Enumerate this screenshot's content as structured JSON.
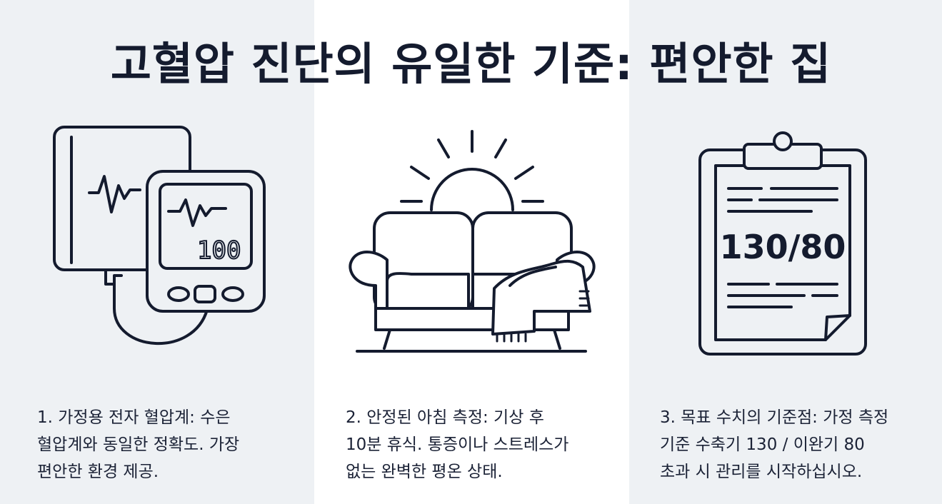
{
  "title": "고혈압 진단의 유일한 기준: 편안한 집",
  "panels": [
    {
      "icon": "blood-pressure-monitor-icon",
      "display_value": "100",
      "caption": "1. 가정용 전자 혈압계: 수은\n혈압계와 동일한 정확도. 가장\n편안한 환경 제공."
    },
    {
      "icon": "sofa-sunrise-icon",
      "caption": "2. 안정된 아침 측정: 기상 후\n10분 휴식. 통증이나 스트레스가\n없는 완벽한 평온 상태."
    },
    {
      "icon": "clipboard-icon",
      "clipboard_value": "130/80",
      "caption": "3. 목표 수치의 기준점: 가정 측정\n기준 수축기 130 / 이완기 80\n초과 시 관리를 시작하십시오."
    }
  ],
  "colors": {
    "ink": "#141b2e",
    "panel_light": "#eef1f4",
    "panel_white": "#ffffff"
  }
}
